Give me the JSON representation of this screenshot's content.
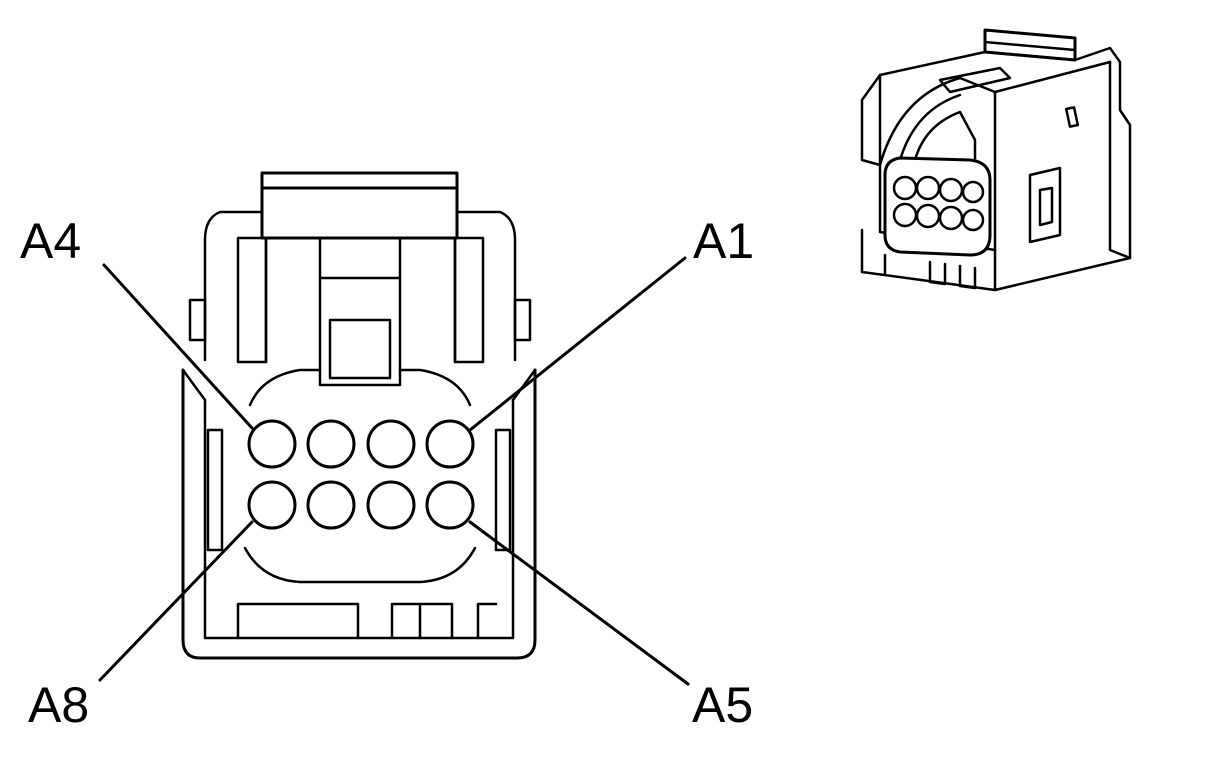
{
  "diagram": {
    "pin_labels": {
      "top_left": "A4",
      "top_right": "A1",
      "bottom_left": "A8",
      "bottom_right": "A5"
    },
    "colors": {
      "line": "#000000",
      "background": "#ffffff"
    }
  }
}
